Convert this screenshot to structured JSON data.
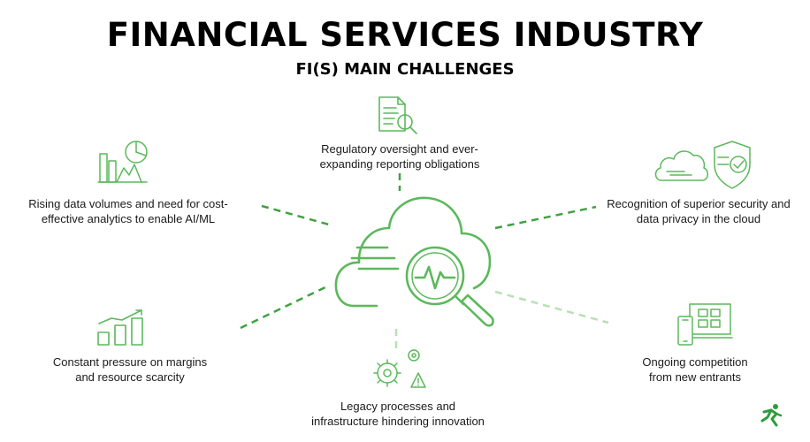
{
  "header": {
    "title": "FINANCIAL SERVICES INDUSTRY",
    "subtitle": "FI(S) MAIN CHALLENGES"
  },
  "challenges": [
    {
      "icon": "document-search-icon",
      "lines": [
        "Regulatory oversight and ever-",
        "expanding reporting obligations"
      ]
    },
    {
      "icon": "analytics-charts-icon",
      "lines": [
        "Rising data volumes and need for cost-",
        "effective analytics to enable AI/ML"
      ]
    },
    {
      "icon": "cloud-shield-icon",
      "lines": [
        "Recognition of superior security and",
        "data privacy in the cloud"
      ]
    },
    {
      "icon": "bar-chart-trend-icon",
      "lines": [
        "Constant pressure on margins",
        "and resource scarcity"
      ]
    },
    {
      "icon": "devices-icon",
      "lines": [
        "Ongoing competition",
        "from new entrants"
      ]
    },
    {
      "icon": "gears-warning-icon",
      "lines": [
        "Legacy processes and",
        "infrastructure hindering innovation"
      ]
    }
  ],
  "center": {
    "icon": "cloud-magnifier-icon"
  },
  "logo": {
    "icon": "runner-logo-icon"
  },
  "colors": {
    "accent": "#5cb85c",
    "dark_accent": "#3fa142",
    "light_accent": "#b8e0b4",
    "text": "#1a1a1a"
  }
}
